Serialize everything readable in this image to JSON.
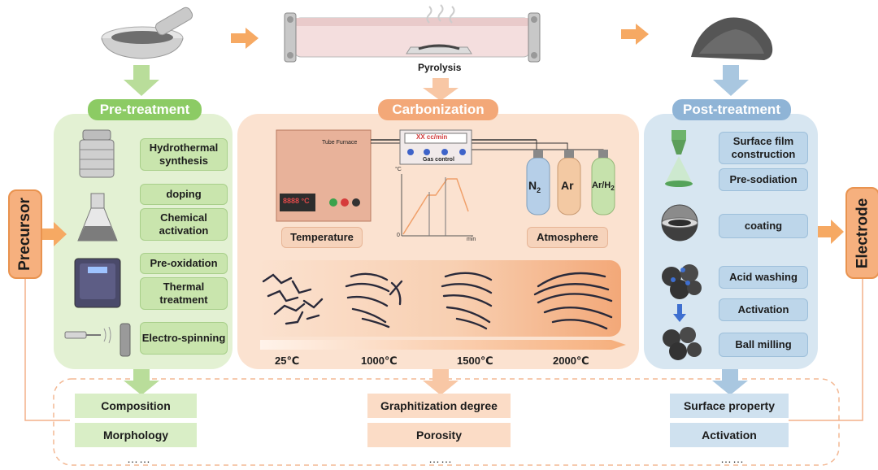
{
  "pyrolysis_label": "Pyrolysis",
  "precursor": "Precursor",
  "electrode": "Electrode",
  "pretreatment": {
    "title": "Pre-treatment",
    "tags": [
      "Hydrothermal synthesis",
      "doping",
      "Chemical activation",
      "Pre-oxidation",
      "Thermal treatment",
      "Electro-spinning"
    ]
  },
  "carbonization": {
    "title": "Carbonization",
    "furnace_label": "Tube Furnace",
    "flow_label": "XX cc/min",
    "gas_control_label": "Gas control",
    "display_text": "8888 °C",
    "temperature_label": "Temperature",
    "atmosphere_label": "Atmosphere",
    "graph_y_unit": "°C",
    "graph_origin": "0",
    "graph_x_unit": "min",
    "gases": [
      "N",
      "Ar",
      "Ar/H"
    ],
    "temps": [
      "25℃",
      "1000℃",
      "1500℃",
      "2000℃"
    ]
  },
  "posttreatment": {
    "title": "Post-treatment",
    "tags": [
      "Surface film construction",
      "Pre-sodiation",
      "coating",
      "Acid washing",
      "Activation",
      "Ball milling"
    ]
  },
  "outputs": {
    "left": [
      "Composition",
      "Morphology",
      "……"
    ],
    "middle": [
      "Graphitization degree",
      "Porosity",
      "……"
    ],
    "right": [
      "Surface property",
      "Activation",
      "……"
    ]
  },
  "colors": {
    "green": "#8ccb64",
    "orange": "#f3a878",
    "blue": "#8fb4d6",
    "arrow": "#f6a963"
  }
}
